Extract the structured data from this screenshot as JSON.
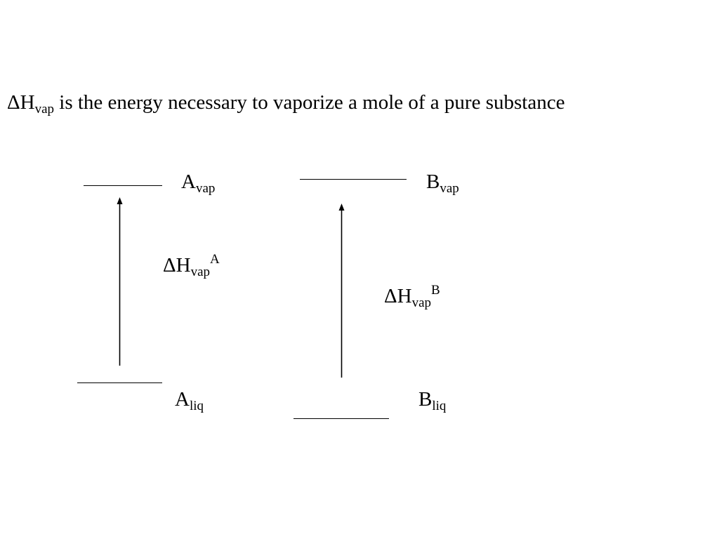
{
  "definition": {
    "symbol": "ΔH",
    "subscript": "vap",
    "text": " is the energy necessary to vaporize a mole of a pure substance"
  },
  "substance_a": {
    "vap_label": {
      "base": "A",
      "sub": "vap"
    },
    "liq_label": {
      "base": "A",
      "sub": "liq"
    },
    "enthalpy_label": {
      "base": "ΔH",
      "sub": "vap",
      "sup": "A"
    }
  },
  "substance_b": {
    "vap_label": {
      "base": "B",
      "sub": "vap"
    },
    "liq_label": {
      "base": "B",
      "sub": "liq"
    },
    "enthalpy_label": {
      "base": "ΔH",
      "sub": "vap",
      "sup": "B"
    }
  }
}
